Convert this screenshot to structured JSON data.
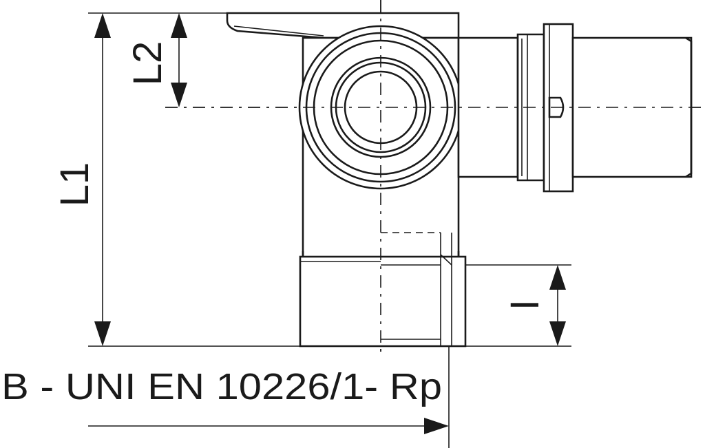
{
  "diagram": {
    "dimension_labels": {
      "l1": "L1",
      "l2": "L2",
      "i": "I"
    },
    "thread_spec": "B - UNI EN 10226/1- Rp"
  }
}
